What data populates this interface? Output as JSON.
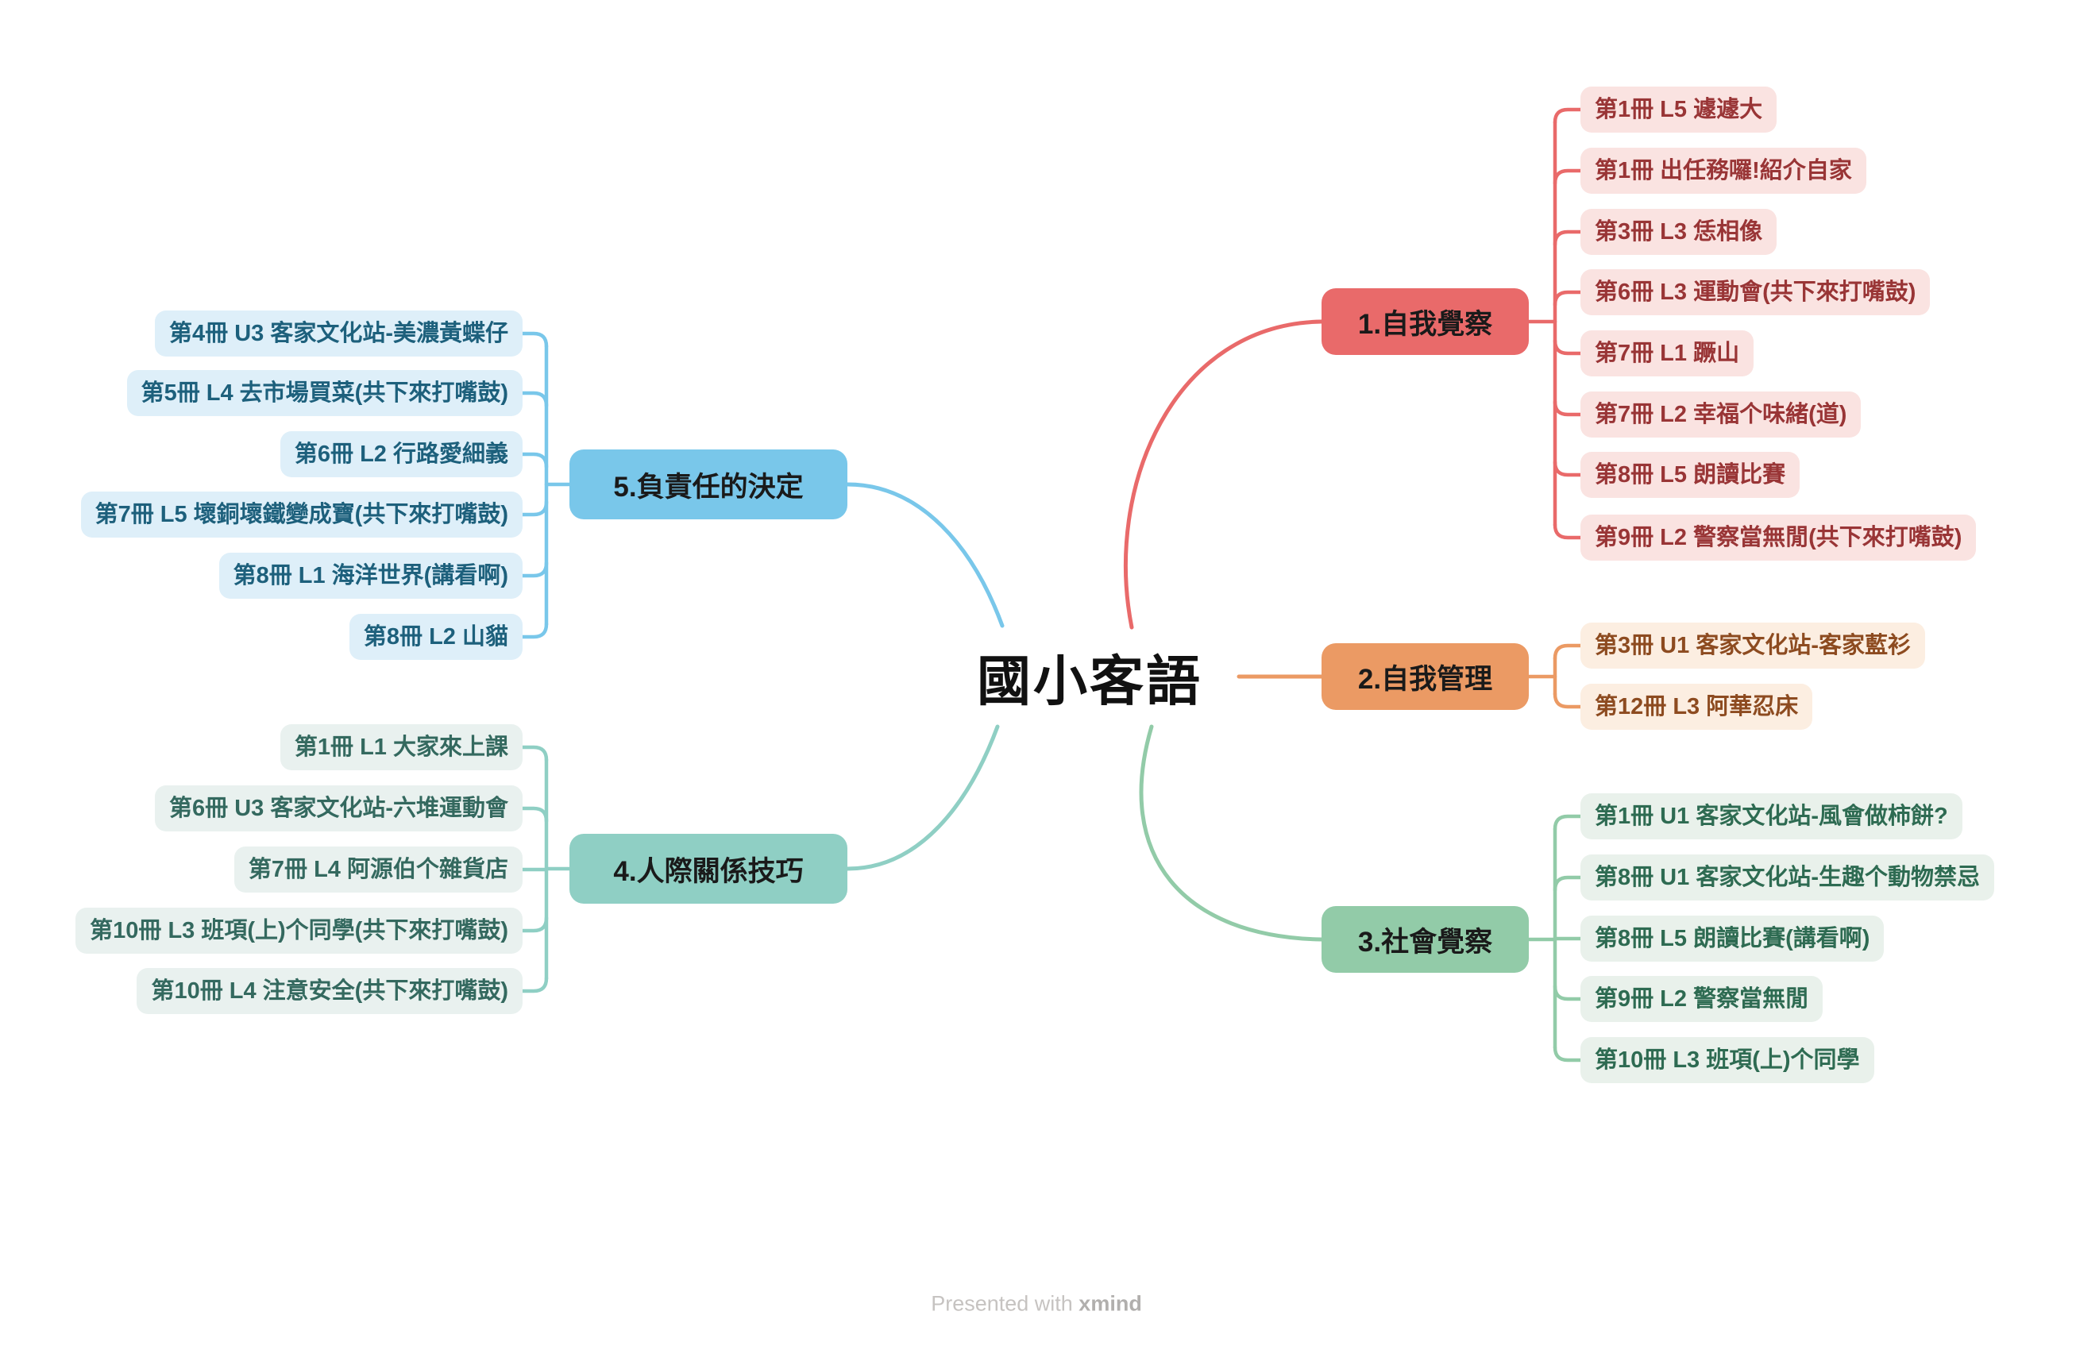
{
  "title": "國小客語",
  "watermark": {
    "prefix": "Presented with ",
    "brand": "xmind"
  },
  "branches": [
    {
      "label": "1.自我覺察",
      "topic_fill": "#E96A6A",
      "child_fill": "#FAE3E1",
      "child_text_color": "#993536",
      "line_color": "#E96A6A",
      "children": [
        "第1冊 L5 遽遽大",
        "第1冊 出任務囉!紹介自家",
        "第3冊 L3 恁相像",
        "第6冊 L3 運動會(共下來打嘴鼓)",
        "第7冊 L1 蹶山",
        "第7冊 L2 幸福个味緒(道)",
        "第8冊 L5 朗讀比賽",
        "第9冊 L2 警察當無閒(共下來打嘴鼓)"
      ]
    },
    {
      "label": "2.自我管理",
      "topic_fill": "#EB9A64",
      "child_fill": "#FCEEE1",
      "child_text_color": "#8D4B20",
      "line_color": "#EB9A64",
      "children": [
        "第3冊 U1 客家文化站-客家藍衫",
        "第12冊 L3 阿華忍床"
      ]
    },
    {
      "label": "3.社會覺察",
      "topic_fill": "#92CBA8",
      "child_fill": "#E9F1EB",
      "child_text_color": "#2E6B52",
      "line_color": "#92CBA8",
      "children": [
        "第1冊 U1 客家文化站-風會做柿餅?",
        "第8冊 U1 客家文化站-生趣个動物禁忌",
        "第8冊 L5 朗讀比賽(講看啊)",
        "第9冊 L2 警察當無閒",
        "第10冊 L3 班項(上)个同學"
      ]
    },
    {
      "label": "4.人際關係技巧",
      "topic_fill": "#8FCFC4",
      "child_fill": "#E9F1EF",
      "child_text_color": "#34695F",
      "line_color": "#8FCFC4",
      "children": [
        "第1冊 L1 大家來上課",
        "第6冊 U3 客家文化站-六堆運動會",
        "第7冊 L4 阿源伯个雜貨店",
        "第10冊 L3 班項(上)个同學(共下來打嘴鼓)",
        "第10冊 L4 注意安全(共下來打嘴鼓)"
      ]
    },
    {
      "label": "5.負責任的決定",
      "topic_fill": "#79C7EA",
      "child_fill": "#DEEFF9",
      "child_text_color": "#1D607C",
      "line_color": "#79C7EA",
      "children": [
        "第4冊 U3 客家文化站-美濃黃蝶仔",
        "第5冊 L4 去市場買菜(共下來打嘴鼓)",
        "第6冊 L2 行路愛細義",
        "第7冊 L5 壞銅壞鐵變成寶(共下來打嘴鼓)",
        "第8冊 L1 海洋世界(講看啊)",
        "第8冊 L2 山貓"
      ]
    }
  ]
}
